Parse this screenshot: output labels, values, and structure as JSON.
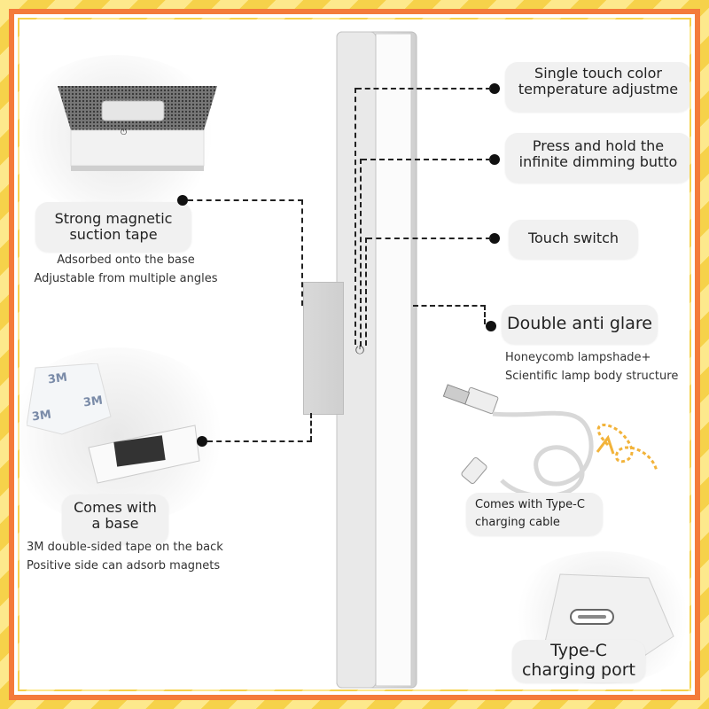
{
  "colors": {
    "frame_orange": "#f47b3a",
    "frame_yellow": "#f6d24a",
    "pill_bg": "#f1f1f1",
    "lamp": "#dcdcdc",
    "arrow": "#f2b33a"
  },
  "callouts": {
    "color_temp": "Single touch color\ntemperature adjustme",
    "dimming": "Press and hold the\ninfinite dimming butto",
    "touch_switch": "Touch switch",
    "anti_glare": "Double anti glare",
    "magnetic_tape": "Strong magnetic\nsuction tape",
    "base": "Comes with\na base",
    "cable": "Comes with Type-C\ncharging cable",
    "port": "Type-C\ncharging port"
  },
  "captions": {
    "anti_glare": "Honeycomb lampshade+\nScientific lamp body structure",
    "magnetic_tape": "Adsorbed onto the base\nAdjustable from multiple angles",
    "base": "3M double-sided tape on the back\nPositive side can adsorb magnets"
  },
  "icons": [
    "power-icon",
    "usb-a-plug-icon",
    "usb-c-plug-icon",
    "curly-arrow-icon"
  ],
  "tape_print": [
    "3M",
    "3M",
    "3M"
  ]
}
